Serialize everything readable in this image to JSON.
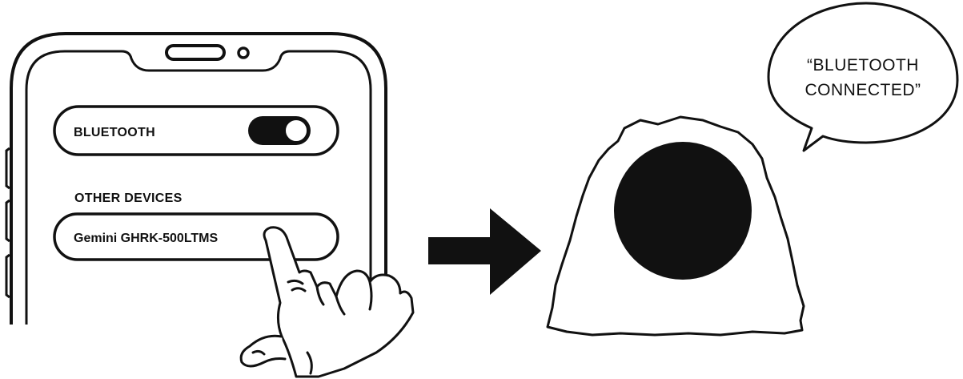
{
  "phone": {
    "bluetooth_label": "BLUETOOTH",
    "bluetooth_on": true,
    "section_label": "OTHER DEVICES",
    "device_name": "Gemini GHRK-500LTMS"
  },
  "speech_bubble": {
    "line1": "“BLUETOOTH",
    "line2": "CONNECTED”"
  },
  "icons": {
    "arrow": "arrow-right-icon",
    "hand": "pointing-hand-icon",
    "speaker": "rock-speaker-icon"
  },
  "colors": {
    "ink": "#111111",
    "paper": "#ffffff"
  }
}
